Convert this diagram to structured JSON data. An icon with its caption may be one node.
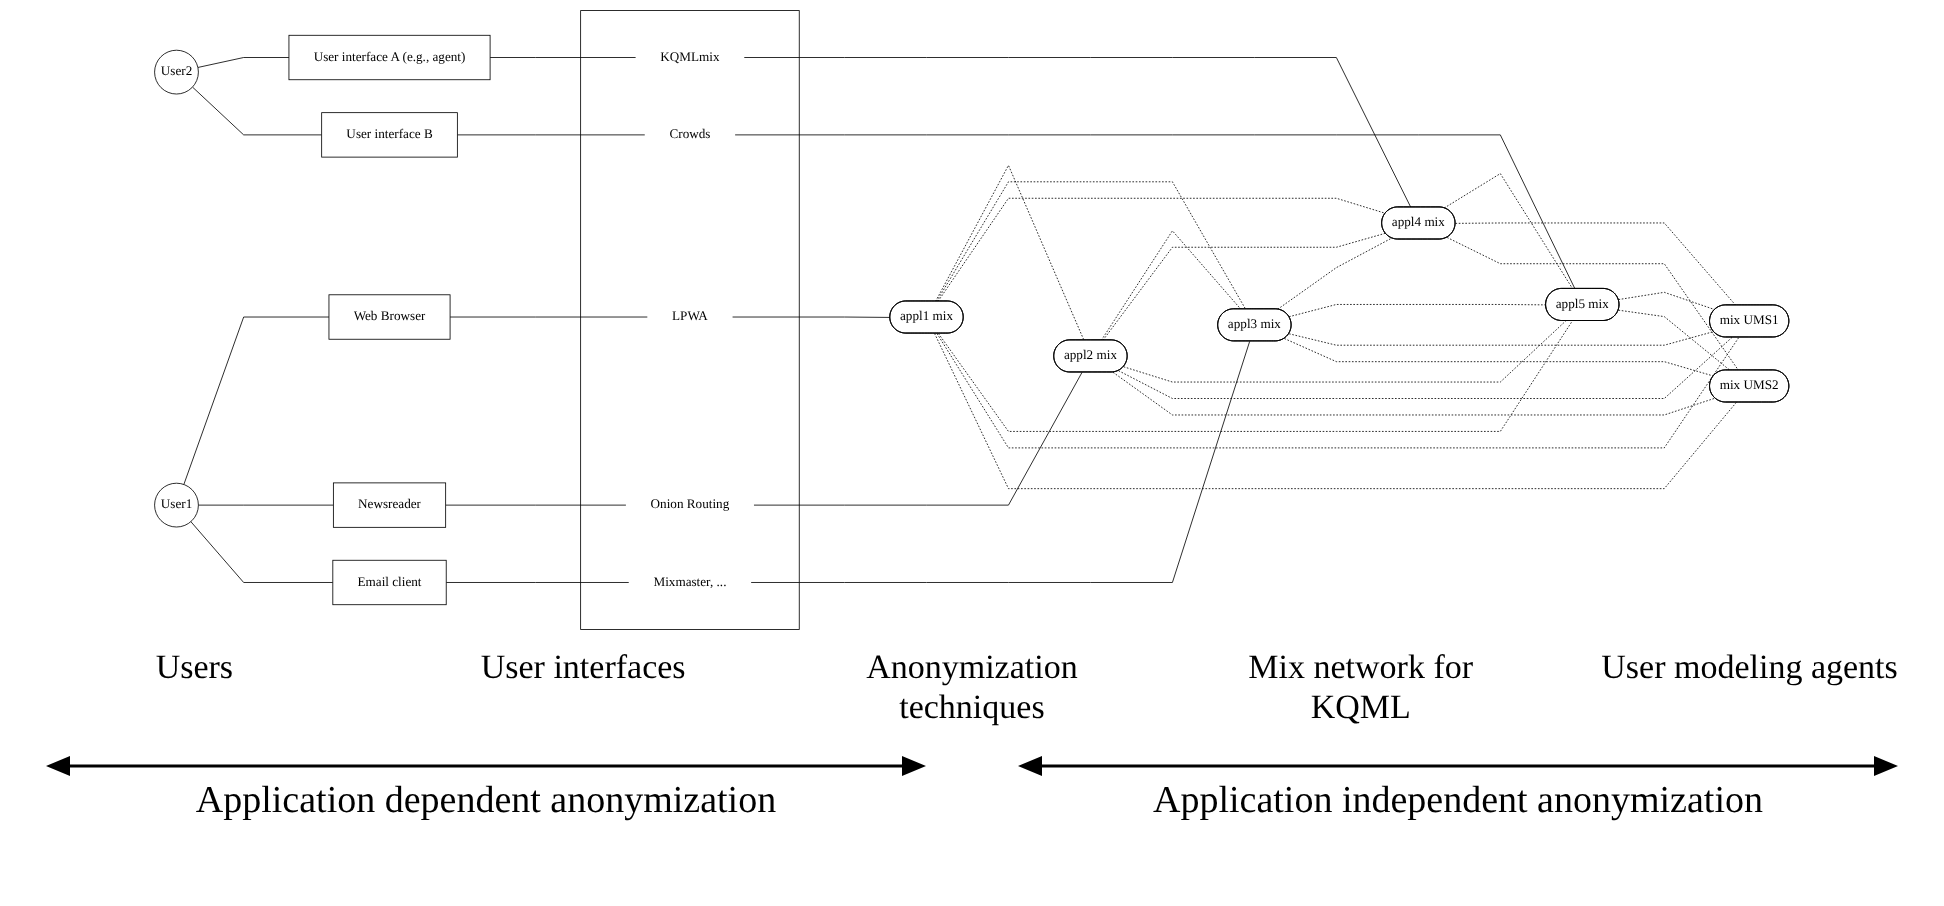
{
  "diagram": {
    "nodes": [
      {
        "text": [
          "User1"
        ]
      },
      {
        "text": [
          "Web Browser"
        ]
      },
      {
        "text": [
          "Newsreader"
        ]
      },
      {
        "text": [
          "Email client"
        ]
      },
      {
        "text": [
          "User2"
        ]
      },
      {
        "text": [
          "User interface A (e.g., agent)"
        ]
      },
      {
        "text": [
          "User interface B"
        ]
      },
      {
        "text": [],
        "shape": "box"
      },
      {
        "text": [
          "LPWA"
        ],
        "in": 7
      },
      {
        "text": [
          "Onion Routing"
        ],
        "in": 7
      },
      {
        "text": [
          "Mixmaster, ..."
        ],
        "in": 7
      },
      {
        "text": [
          "KQMLmix"
        ],
        "in": 7
      },
      {
        "text": [
          "Crowds"
        ],
        "in": 7
      },
      {
        "text": [
          "appl1  mix"
        ]
      },
      {
        "text": [
          "appl2  mix"
        ]
      },
      {
        "text": [
          "appl3  mix"
        ]
      },
      {
        "text": [
          "appl4  mix"
        ]
      },
      {
        "text": [
          "appl5  mix"
        ]
      },
      {
        "text": [
          "mix UMS1"
        ]
      },
      {
        "text": [
          "mix UMS2"
        ]
      }
    ],
    "edges": [
      {
        "from": 0,
        "to": 1,
        "arrow": "none"
      },
      {
        "from": 0,
        "to": 2,
        "arrow": "none"
      },
      {
        "from": 0,
        "to": 3,
        "arrow": "none"
      },
      {
        "from": 4,
        "to": 5,
        "arrow": "none"
      },
      {
        "from": 4,
        "to": 6,
        "arrow": "none"
      },
      {
        "from": 1,
        "to": 8,
        "arrow": "none"
      },
      {
        "from": 2,
        "to": 9,
        "arrow": "none"
      },
      {
        "from": 3,
        "to": 10,
        "arrow": "none"
      },
      {
        "from": 5,
        "to": 11,
        "arrow": "none"
      },
      {
        "from": 6,
        "to": 12,
        "arrow": "none"
      },
      {
        "from": 8,
        "to": 13,
        "arrow": "none"
      },
      {
        "from": 9,
        "to": 14,
        "arrow": "none"
      },
      {
        "from": 10,
        "to": 15,
        "arrow": "none"
      },
      {
        "from": 11,
        "to": 16,
        "arrow": "none"
      },
      {
        "from": 12,
        "to": 17,
        "arrow": "none"
      },
      {
        "from": 13,
        "to": 14,
        "arrow": "none",
        "style": "dashed"
      },
      {
        "from": 13,
        "to": 15,
        "arrow": "none",
        "style": "dashed"
      },
      {
        "from": 13,
        "to": 16,
        "arrow": "none",
        "style": "dashed"
      },
      {
        "from": 13,
        "to": 17,
        "arrow": "none",
        "style": "dashed"
      },
      {
        "from": 14,
        "to": 15,
        "arrow": "none",
        "style": "dashed"
      },
      {
        "from": 14,
        "to": 16,
        "arrow": "none",
        "style": "dashed"
      },
      {
        "from": 14,
        "to": 17,
        "arrow": "none",
        "style": "dashed"
      },
      {
        "from": 15,
        "to": 16,
        "arrow": "none",
        "style": "dashed"
      },
      {
        "from": 15,
        "to": 17,
        "arrow": "none",
        "style": "dashed"
      },
      {
        "from": 16,
        "to": 17,
        "arrow": "none",
        "style": "dashed"
      },
      {
        "from": 13,
        "to": 18,
        "arrow": "none",
        "style": "dashed"
      },
      {
        "from": 13,
        "to": 19,
        "arrow": "none",
        "style": "dashed"
      },
      {
        "from": 14,
        "to": 18,
        "arrow": "none",
        "style": "dashed"
      },
      {
        "from": 14,
        "to": 19,
        "arrow": "none",
        "style": "dashed"
      },
      {
        "from": 15,
        "to": 18,
        "arrow": "none",
        "style": "dashed"
      },
      {
        "from": 15,
        "to": 19,
        "arrow": "none",
        "style": "dashed"
      },
      {
        "from": 16,
        "to": 18,
        "arrow": "none",
        "style": "dashed"
      },
      {
        "from": 16,
        "to": 19,
        "arrow": "none",
        "style": "dashed"
      },
      {
        "from": 17,
        "to": 18,
        "arrow": "none",
        "style": "dashed"
      },
      {
        "from": 17,
        "to": 19,
        "arrow": "none",
        "style": "dashed"
      }
    ],
    "labels": [
      "Users",
      "User interfaces",
      "Anonymization techniques",
      "Mix network for KQML",
      "User modeling agents",
      "Application dependent anonymization",
      "Application independent anonymization"
    ]
  }
}
